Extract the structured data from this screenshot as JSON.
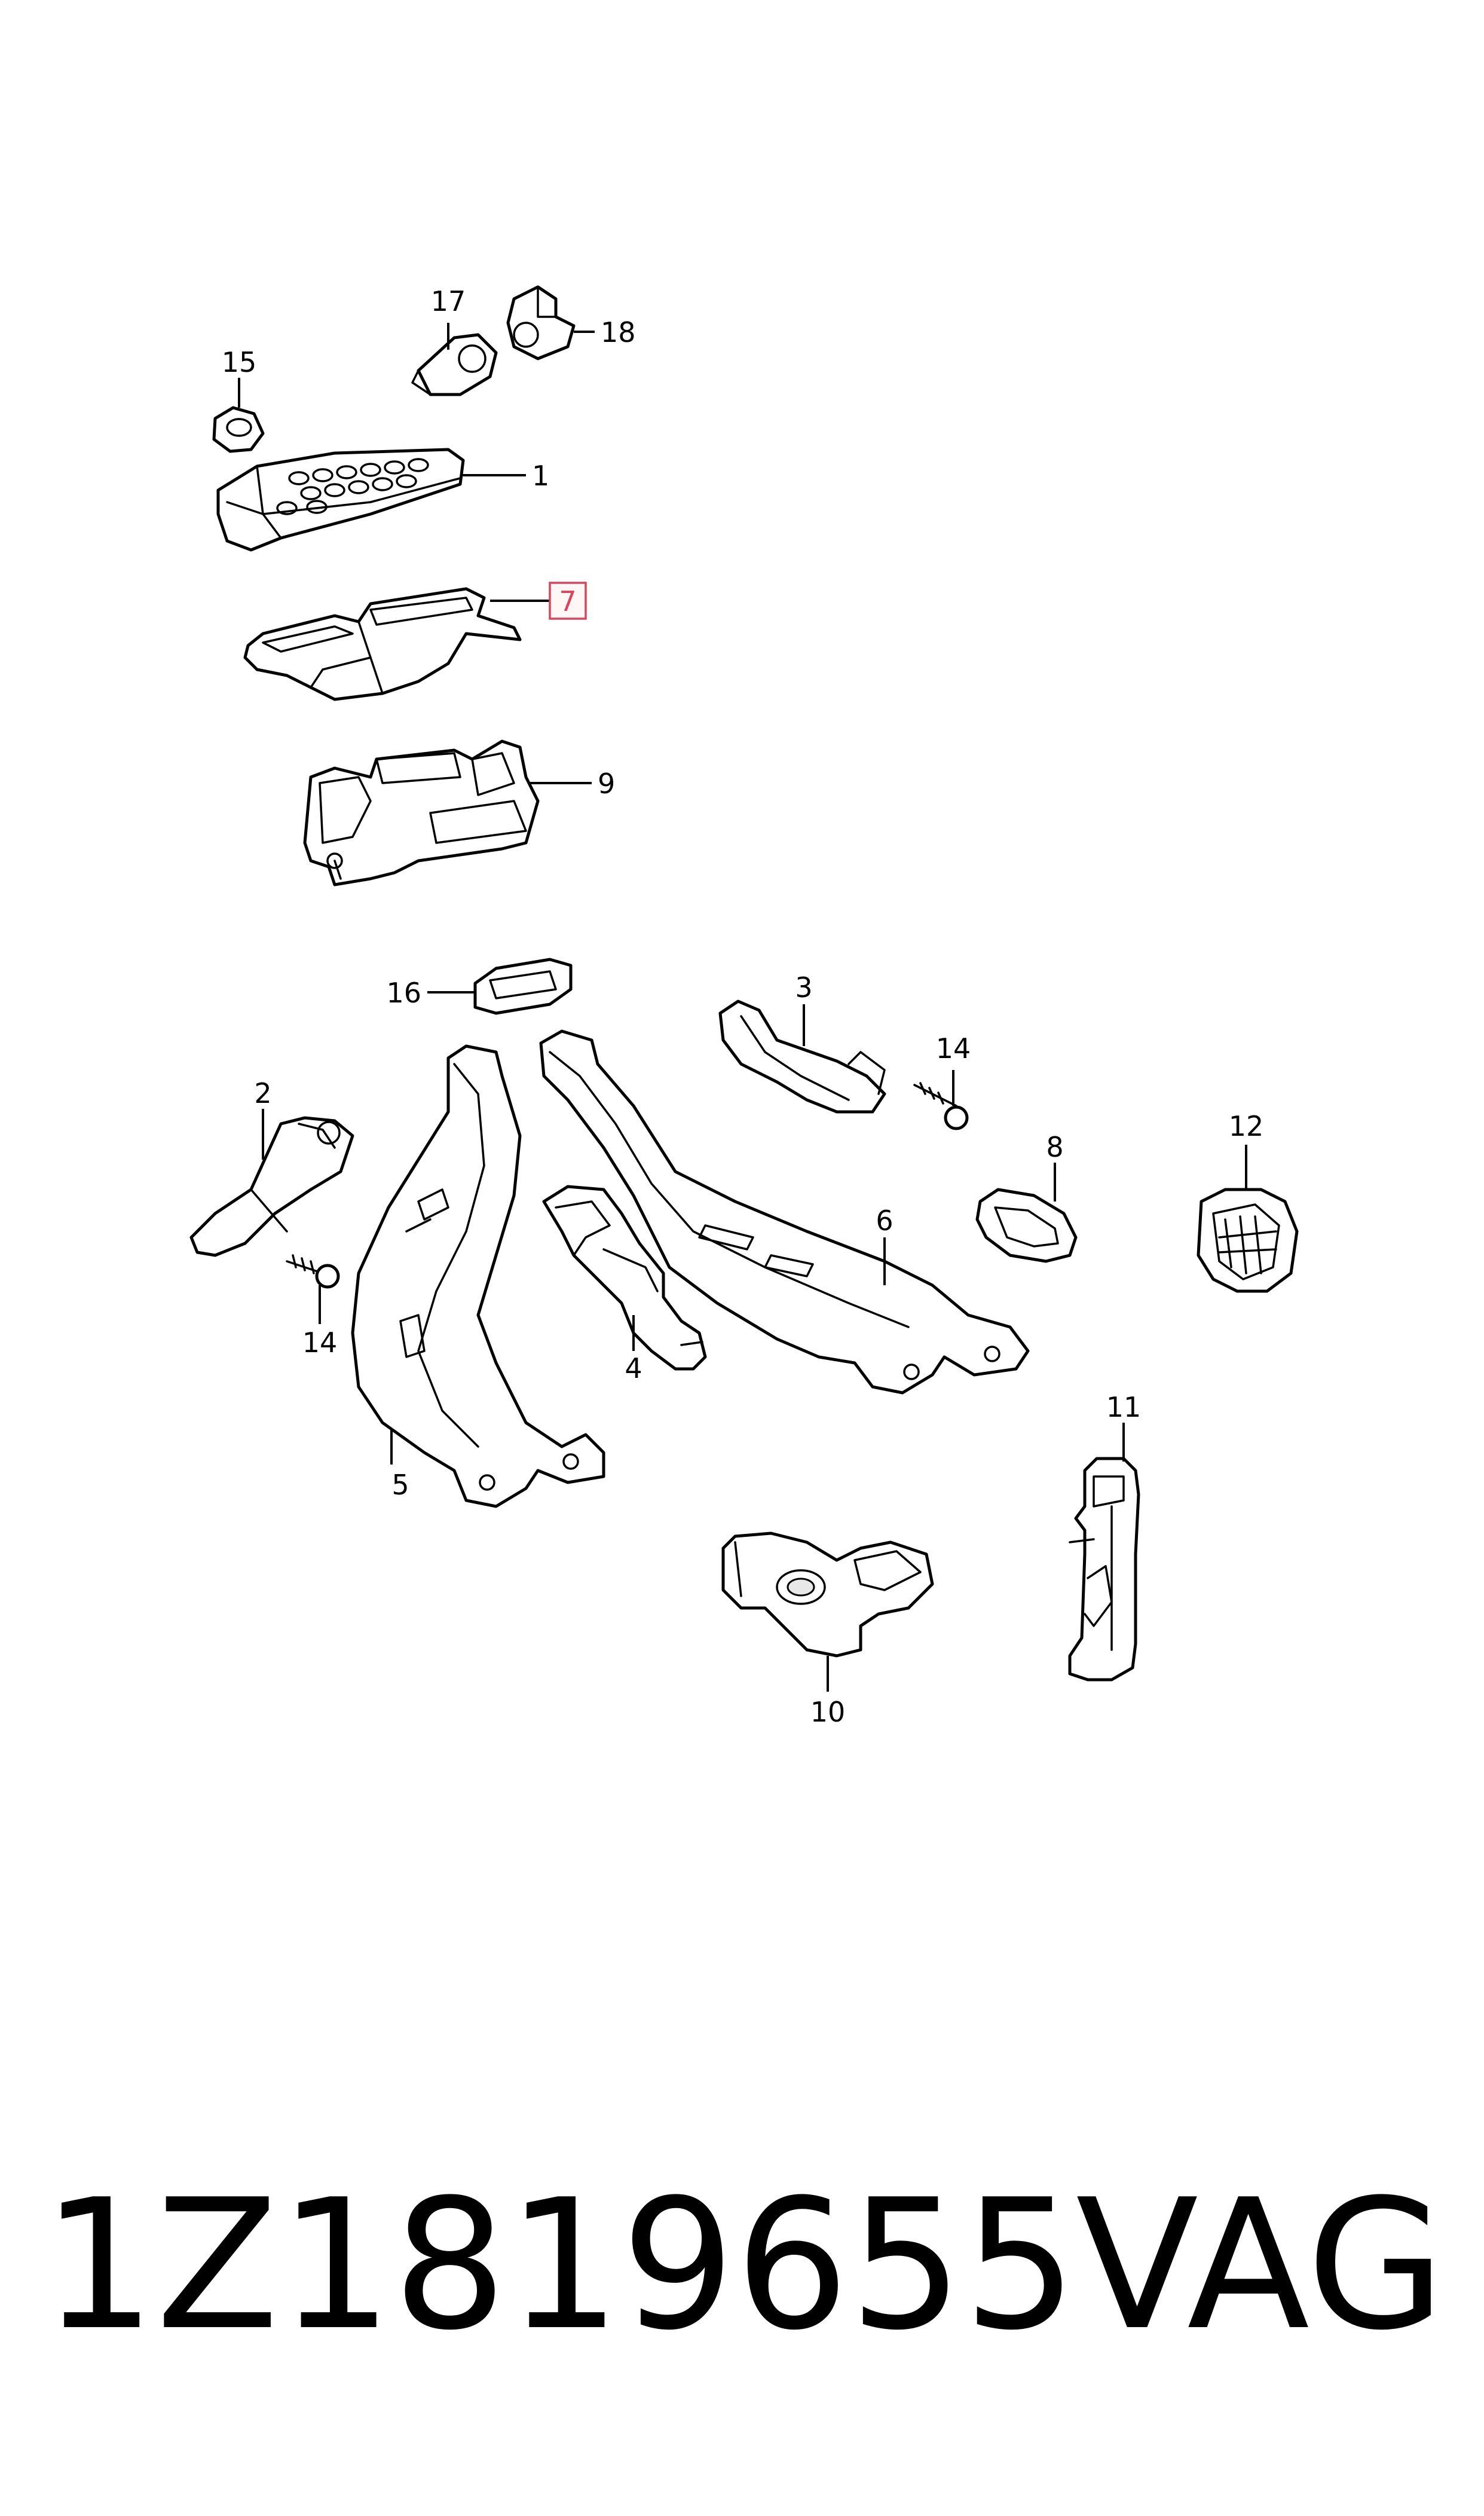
{
  "callouts": {
    "c1": "1",
    "c2": "2",
    "c3": "3",
    "c4": "4",
    "c5": "5",
    "c6": "6",
    "c7": "7",
    "c8": "8",
    "c9": "9",
    "c10": "10",
    "c11": "11",
    "c12": "12",
    "c14a": "14",
    "c14b": "14",
    "c15": "15",
    "c16": "16",
    "c17": "17",
    "c18": "18"
  },
  "highlighted_callout": "7",
  "highlight_color": "#d9455f",
  "footer": {
    "part_number": "1Z1819655",
    "brand": "VAG"
  }
}
